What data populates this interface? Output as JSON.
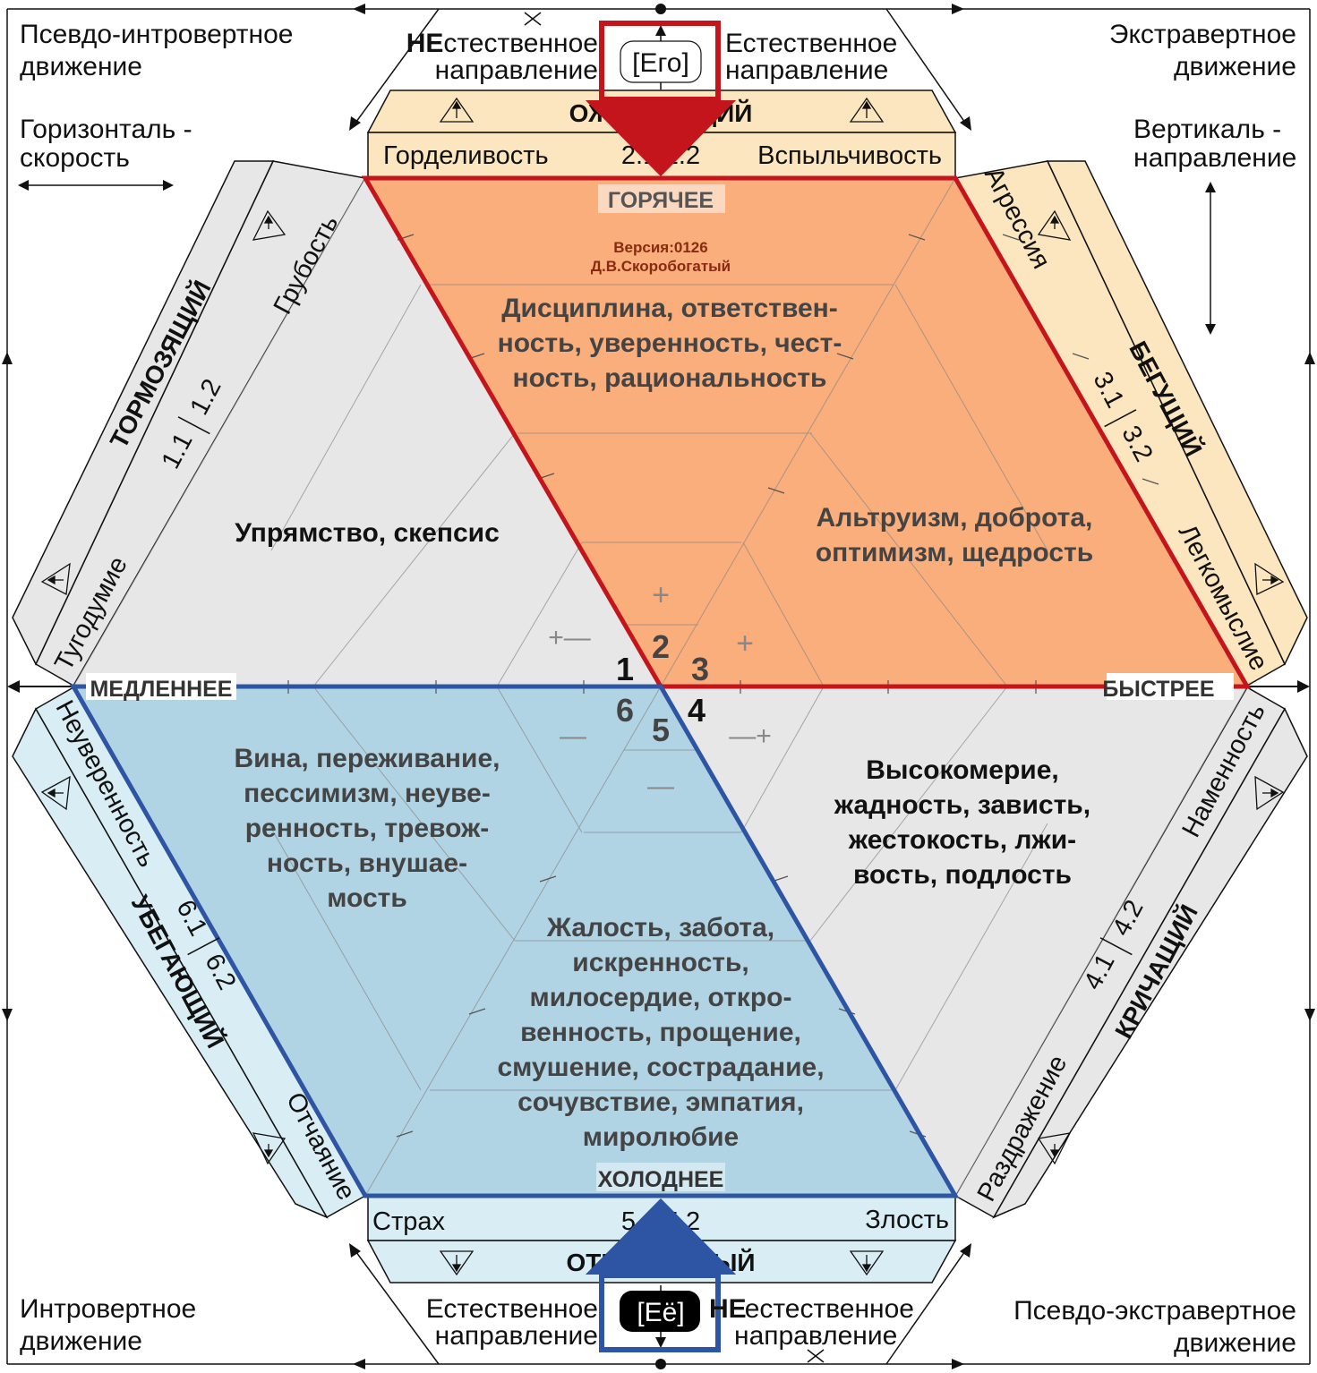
{
  "corners": {
    "top_left": [
      "Псевдо-интровертное",
      "движение"
    ],
    "top_right": [
      "Экстравертное",
      "движение"
    ],
    "bottom_left": [
      "Интровертное",
      "движение"
    ],
    "bottom_right": [
      "Псевдо-экстравертное",
      "движение"
    ],
    "horizontal": [
      "Горизонталь -",
      "скорость"
    ],
    "vertical": [
      "Вертикаль -",
      "направление"
    ]
  },
  "top_directions": {
    "left_prefix": "НЕ",
    "left_word": "стественное",
    "left_line2": "направление",
    "right_line1": "Естественное",
    "right_line2": "направление"
  },
  "bottom_directions": {
    "left_line1": "Естественное",
    "left_line2": "направление",
    "right_prefix": "НЕ",
    "right_word": "естественное",
    "right_line2": "направление"
  },
  "ego_top": "[Его]",
  "ego_bottom": "[Её]",
  "top_band": {
    "title": "ОЖИДАЮЩИЙ",
    "left": "Горделивость",
    "code": "2.1|2.2",
    "right": "Вспыльчивость"
  },
  "bottom_band": {
    "title": "ОТРЕШЁННЫЙ",
    "left": "Страх",
    "code": "5.1|5.2",
    "right": "Злость"
  },
  "left_top_band": {
    "title": "ТОРМОЗЯЩИЙ",
    "code_a": "1.1",
    "code_b": "1.2",
    "upper": "Грубость",
    "lower": "Тугодумие"
  },
  "right_top_band": {
    "title": "БЕГУЩИЙ",
    "code_a": "3.1",
    "code_b": "3.2",
    "upper": "Агрессия",
    "lower": "Легкомыслие"
  },
  "left_bottom_band": {
    "title": "УБЕГАЮЩИЙ",
    "code_a": "6.1",
    "code_b": "6.2",
    "upper": "Неуверенность",
    "lower": "Отчаяние"
  },
  "right_bottom_band": {
    "title": "КРИЧАЩИЙ",
    "code_a": "4.1",
    "code_b": "4.2",
    "upper": "Наменность",
    "lower": "Раздражение"
  },
  "axis_labels": {
    "hot": "ГОРЯЧЕЕ",
    "cold": "ХОЛОДНЕЕ",
    "slow": "МЕДЛЕННЕЕ",
    "fast": "БЫСТРЕЕ"
  },
  "version": [
    "Версия:0126",
    "Д.В.Скоробогатый"
  ],
  "sectors": {
    "s1": [
      "Упрямство, скепсис"
    ],
    "s2": [
      "Дисциплина, ответствен-",
      "ность, уверенность, чест-",
      "ность, рациональность"
    ],
    "s3": [
      "Альтруизм, доброта,",
      "оптимизм, щедрость"
    ],
    "s4": [
      "Высокомерие,",
      "жадность, зависть,",
      "жестокость, лжи-",
      "вость, подлость"
    ],
    "s5": [
      "Жалость, забота,",
      "искренность,",
      "милосердие, откро-",
      "венность, прощение,",
      "смушение, сострадание,",
      "сочувствие, эмпатия,",
      "миролюбие"
    ],
    "s6": [
      "Вина, переживание,",
      "пессимизм, неуве-",
      "ренность, тревож-",
      "ность, внушае-",
      "мость"
    ]
  },
  "numbers": [
    "1",
    "2",
    "3",
    "4",
    "5",
    "6"
  ],
  "signs": {
    "plus": "+",
    "minus": "—",
    "plus_minus": "+—",
    "minus_plus": "—+"
  },
  "colors": {
    "hot_fill": "#f9ae7c",
    "hot_stroke": "#c4141c",
    "cold_fill": "#b1d4e4",
    "cold_stroke": "#2e55a4",
    "grey_fill": "#e7e7e8",
    "band_warm": "#fbe6bf",
    "band_cool": "#d9eef4",
    "band_grey": "#e7e7e8"
  }
}
